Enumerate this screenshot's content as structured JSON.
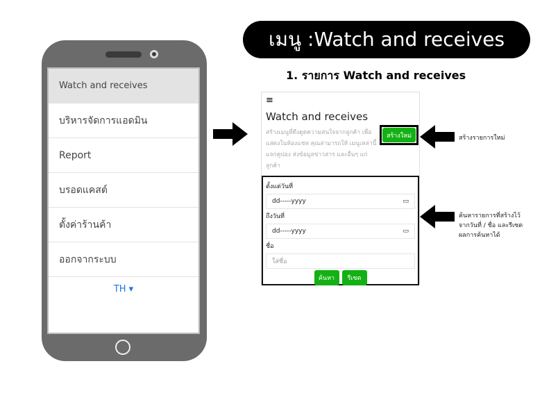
{
  "banner": {
    "title": "เมนู :Watch and receives",
    "subtitle": "1. รายการ Watch and receives"
  },
  "phone": {
    "menu": [
      "Watch and receives",
      "บริหารจัดการแอดมิน",
      "Report",
      "บรอดแคสต์",
      "ตั้งค่าร้านค้า",
      "ออกจากระบบ"
    ],
    "lang": "TH ▾"
  },
  "panel": {
    "menu_icon": "≡",
    "title": "Watch and receives",
    "description": "สร้างเมนูที่ดึงดูดความสนใจจากลูกค้า เพื่อแสดงในห้องแชท คุณสามารถให้ เมนูเหล่านี้แจกคูปอง ส่งข้อมูลข่าวสาร และอื่นๆ แก่ลูกค้า",
    "new_button": "สร้างใหม่",
    "form": {
      "from_label": "ตั้งแต่วันที่",
      "from_value": "dd-----yyyy",
      "to_label": "ถึงวันที่",
      "to_value": "dd-----yyyy",
      "name_label": "ชื่อ",
      "name_placeholder": "ใส่ชื่อ",
      "search": "ค้นหา",
      "reset": "รีเซต",
      "calendar_icon": "▭"
    }
  },
  "notes": {
    "create": "สร้างรายการใหม่",
    "search": "ค้นหารายการที่สร้างไว้ จากวันที่ / ชื่อ และรีเซต ผลการค้นหาได้"
  },
  "colors": {
    "green": "#13b113",
    "link": "#1a73e8"
  }
}
